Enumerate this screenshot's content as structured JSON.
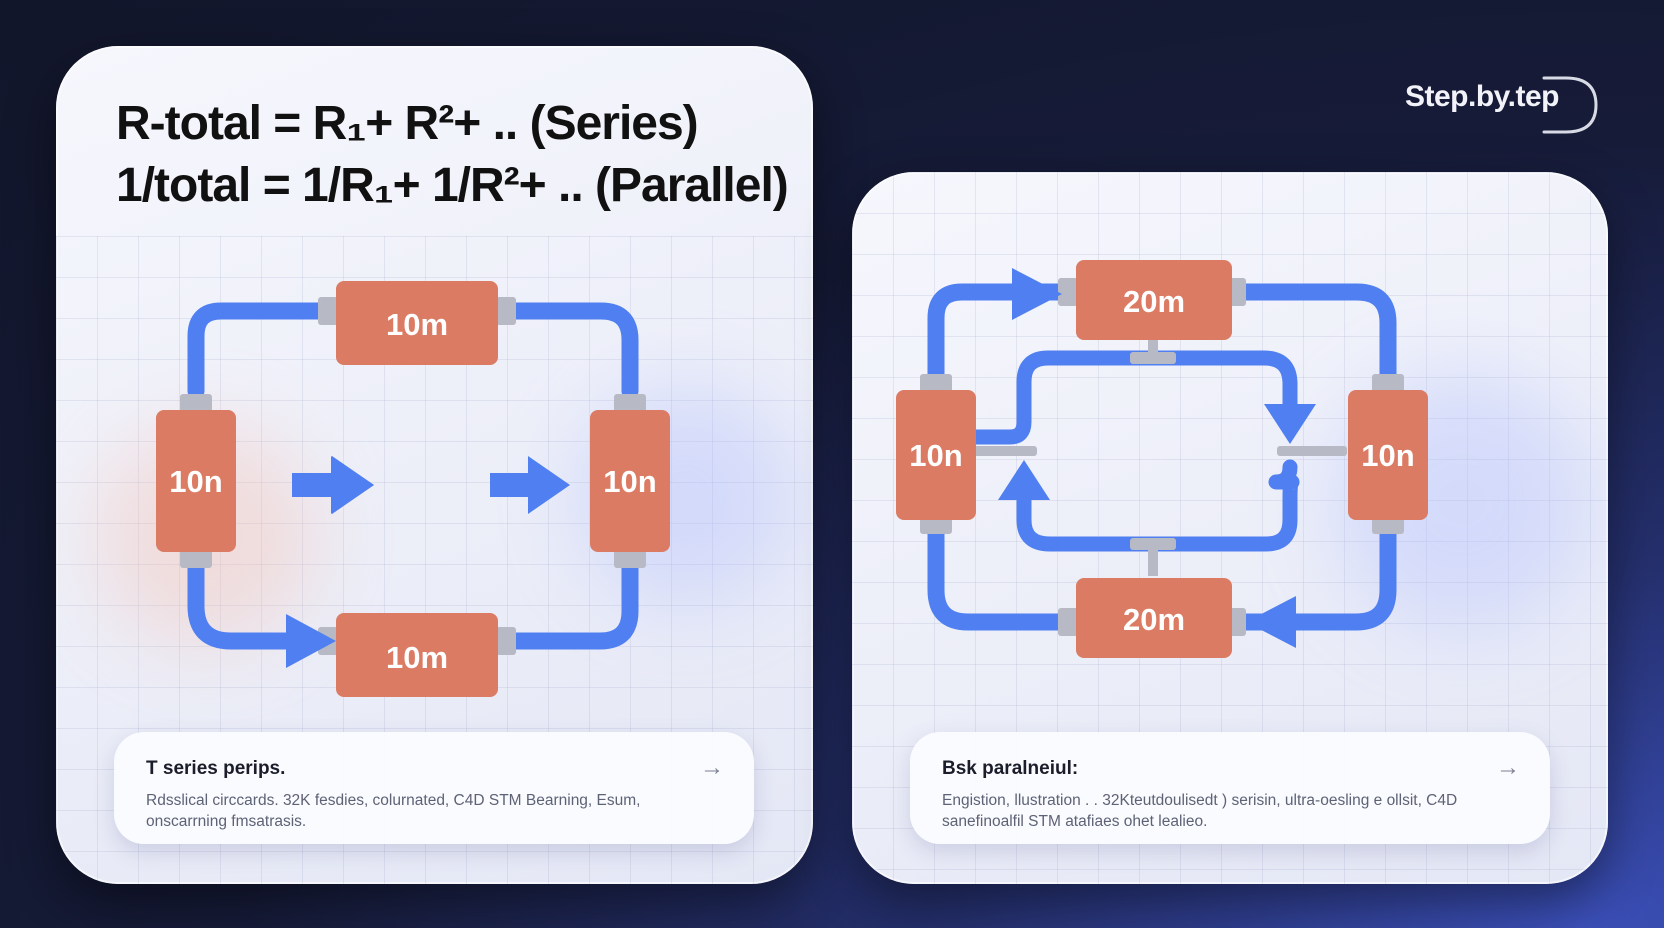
{
  "brand": {
    "label": "Step.by.tep"
  },
  "formulas": {
    "series": "R-total = R₁+ R²+ .. (Series)",
    "parallel": "1/total = 1/R₁+ 1/R²+ .. (Parallel)"
  },
  "series_circuit": {
    "resistors": {
      "top": "10m",
      "left": "10n",
      "right": "10n",
      "bottom": "10m"
    }
  },
  "parallel_circuit": {
    "resistors": {
      "top": "20m",
      "left": "10n",
      "right": "10n",
      "bottom": "20m"
    }
  },
  "captions": {
    "left": {
      "title": "T series perips.",
      "body": "Rdsslical circcards. 32K fesdies, colurnated, C4D STM Bearning, Esum, onscarrning fmsatrasis."
    },
    "right": {
      "title": "Bsk paralneiul:",
      "body": "Engistion, llustration . . 32Kteutdoulisedt ) serisin, ultra-oesling e ollsit, C4D sanefinoalfil STM atafiaes ohet lealieo."
    }
  },
  "colors": {
    "wire": "#4f7ff0",
    "resistor": "#dc7b63",
    "connector": "#b7b9c4"
  },
  "icons": {
    "caption_arrow": "arrow-right-icon"
  }
}
